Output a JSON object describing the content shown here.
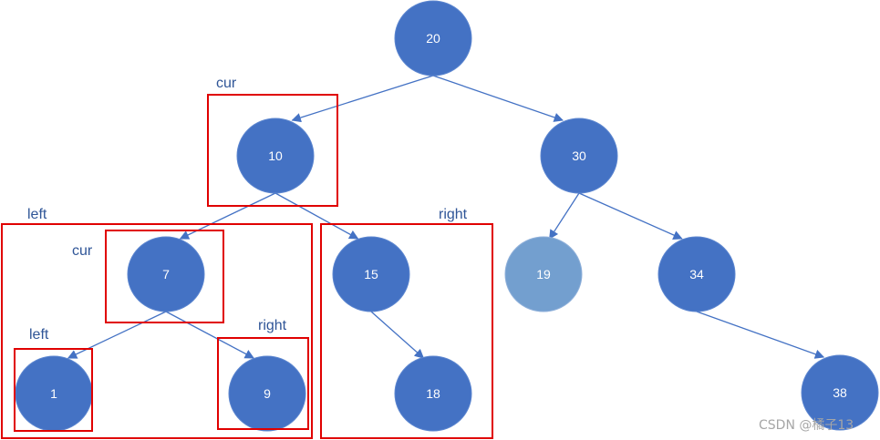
{
  "colors": {
    "node_fill": "#4472C4",
    "node_fill_light": "#739FCF",
    "edge": "#4472C4",
    "box": "#E00000",
    "label": "#2F5597",
    "watermark": "#A6A6A6"
  },
  "nodes": [
    {
      "id": "20",
      "label": "20"
    },
    {
      "id": "10",
      "label": "10"
    },
    {
      "id": "30",
      "label": "30"
    },
    {
      "id": "7",
      "label": "7"
    },
    {
      "id": "15",
      "label": "15"
    },
    {
      "id": "19",
      "label": "19",
      "light": true
    },
    {
      "id": "34",
      "label": "34"
    },
    {
      "id": "1",
      "label": "1"
    },
    {
      "id": "9",
      "label": "9"
    },
    {
      "id": "18",
      "label": "18"
    },
    {
      "id": "38",
      "label": "38"
    }
  ],
  "edges": [
    [
      "20",
      "10"
    ],
    [
      "20",
      "30"
    ],
    [
      "10",
      "7"
    ],
    [
      "10",
      "15"
    ],
    [
      "30",
      "19"
    ],
    [
      "30",
      "34"
    ],
    [
      "7",
      "1"
    ],
    [
      "7",
      "9"
    ],
    [
      "15",
      "18"
    ],
    [
      "34",
      "38"
    ]
  ],
  "annotations": {
    "cur_top": "cur",
    "left_outer": "left",
    "right_outer": "right",
    "cur_inner": "cur",
    "left_inner": "left",
    "right_inner": "right"
  },
  "watermark": "CSDN @橘子13"
}
